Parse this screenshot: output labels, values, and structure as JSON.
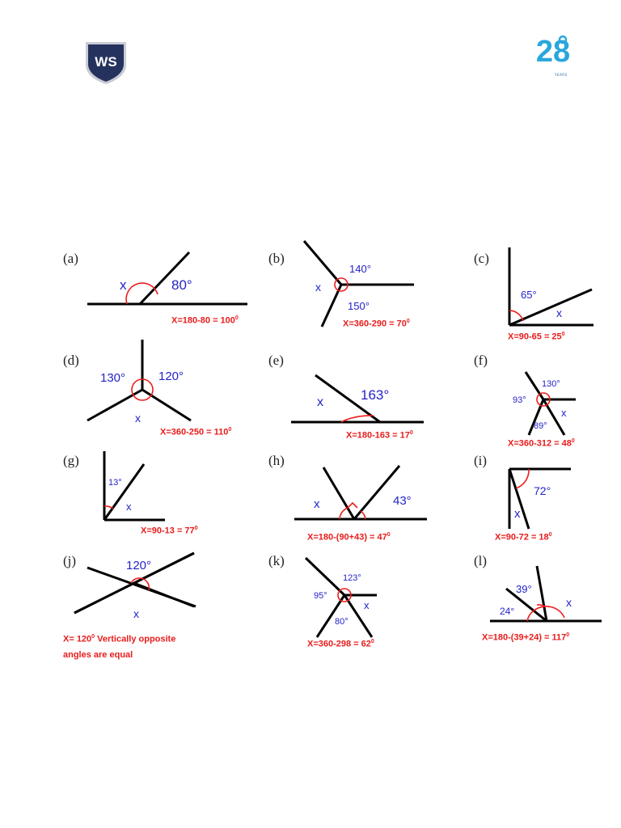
{
  "header": {
    "left_logo_text": "WS",
    "right_logo_number": "28",
    "right_logo_subtext": "YEARS"
  },
  "problems": [
    {
      "letter": "(a)",
      "labels": [
        "x",
        "80°"
      ],
      "answer": {
        "base": "X=180-80 = 100",
        "sup": "0",
        "tail": ""
      }
    },
    {
      "letter": "(b)",
      "labels": [
        "140°",
        "x",
        "150°"
      ],
      "answer": {
        "base": "X=360-290 = 70",
        "sup": "0",
        "tail": ""
      }
    },
    {
      "letter": "(c)",
      "labels": [
        "65°",
        "x"
      ],
      "answer": {
        "base": "X=90-65 = 25",
        "sup": "0",
        "tail": ""
      }
    },
    {
      "letter": "(d)",
      "labels": [
        "130°",
        "120°",
        "x"
      ],
      "answer": {
        "base": "X=360-250 = 110",
        "sup": "0",
        "tail": ""
      }
    },
    {
      "letter": "(e)",
      "labels": [
        "x",
        "163°"
      ],
      "answer": {
        "base": "X=180-163 = 17",
        "sup": "0",
        "tail": ""
      }
    },
    {
      "letter": "(f)",
      "labels": [
        "130°",
        "93°",
        "89°",
        "x"
      ],
      "answer": {
        "base": "X=360-312 = 48",
        "sup": "0",
        "tail": ""
      }
    },
    {
      "letter": "(g)",
      "labels": [
        "13°",
        "x"
      ],
      "answer": {
        "base": "X=90-13 = 77",
        "sup": "0",
        "tail": ""
      }
    },
    {
      "letter": "(h)",
      "labels": [
        "x",
        "43°"
      ],
      "answer": {
        "base": "X=180-(90+43) = 47",
        "sup": "0",
        "tail": ""
      }
    },
    {
      "letter": "(i)",
      "labels": [
        "72°",
        "x"
      ],
      "answer": {
        "base": "X=90-72 = 18",
        "sup": "0",
        "tail": ""
      }
    },
    {
      "letter": "(j)",
      "labels": [
        "120°",
        "x"
      ],
      "answer": {
        "base": "X= 120",
        "sup": "0",
        "tail": " Vertically opposite",
        "line2": "angles are equal"
      }
    },
    {
      "letter": "(k)",
      "labels": [
        "123°",
        "95°",
        "x",
        "80°"
      ],
      "answer": {
        "base": "X=360-298 = 62",
        "sup": "0",
        "tail": ""
      }
    },
    {
      "letter": "(l)",
      "labels": [
        "39°",
        "24°",
        "x"
      ],
      "answer": {
        "base": "X=180-(39+24) = 117",
        "sup": "0",
        "tail": ""
      }
    }
  ],
  "colors": {
    "label_blue": "#2323c8",
    "answer_red": "#e81c1c",
    "arc_red": "#ee1c1c"
  }
}
